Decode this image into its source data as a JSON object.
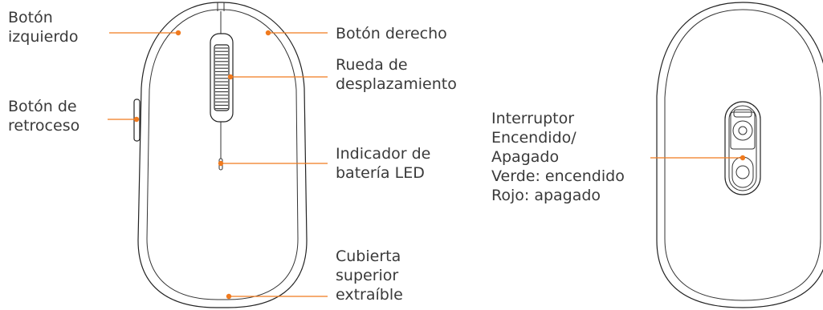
{
  "front_view": {
    "left_button": [
      "Botón",
      "izquierdo"
    ],
    "right_button": [
      "Botón derecho"
    ],
    "scroll_wheel": [
      "Rueda de",
      "desplazamiento"
    ],
    "back_button": [
      "Botón de",
      "retroceso"
    ],
    "battery_indicator": [
      "Indicador de",
      "batería LED"
    ],
    "top_cover": [
      "Cubierta",
      "superior",
      "extraíble"
    ]
  },
  "bottom_view": {
    "power_switch": [
      "Interruptor",
      "Encendido/",
      "Apagado",
      "Verde: encendido",
      "Rojo: apagado"
    ]
  },
  "colors": {
    "accent": "#f07a1e",
    "outline": "#222222",
    "text": "#3a3a3a"
  }
}
